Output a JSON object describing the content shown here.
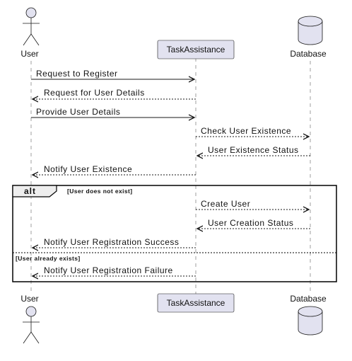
{
  "participants": {
    "user": {
      "name": "User",
      "kind": "actor"
    },
    "assistant": {
      "name": "TaskAssistance",
      "kind": "participant",
      "fill": "#E2E2F0"
    },
    "database": {
      "name": "Database",
      "kind": "database",
      "fill": "#E2E2F0"
    }
  },
  "messages": [
    {
      "label": "Request to Register",
      "from": "user",
      "to": "assistant",
      "style": "solid"
    },
    {
      "label": "Request for User Details",
      "from": "assistant",
      "to": "user",
      "style": "dotted"
    },
    {
      "label": "Provide User Details",
      "from": "user",
      "to": "assistant",
      "style": "solid"
    },
    {
      "label": "Check User Existence",
      "from": "assistant",
      "to": "database",
      "style": "dotted"
    },
    {
      "label": "User Existence Status",
      "from": "database",
      "to": "assistant",
      "style": "dotted"
    },
    {
      "label": "Notify User Existence",
      "from": "assistant",
      "to": "user",
      "style": "dotted"
    },
    {
      "label": "Create User",
      "from": "assistant",
      "to": "database",
      "style": "dotted"
    },
    {
      "label": "User Creation Status",
      "from": "database",
      "to": "assistant",
      "style": "dotted"
    },
    {
      "label": "Notify User Registration Success",
      "from": "assistant",
      "to": "user",
      "style": "dotted"
    },
    {
      "label": "Notify User Registration Failure",
      "from": "assistant",
      "to": "user",
      "style": "dotted"
    }
  ],
  "alt_fragment": {
    "keyword": "alt",
    "guard_1": "[User does not exist]",
    "guard_2": "[User already exists]"
  }
}
